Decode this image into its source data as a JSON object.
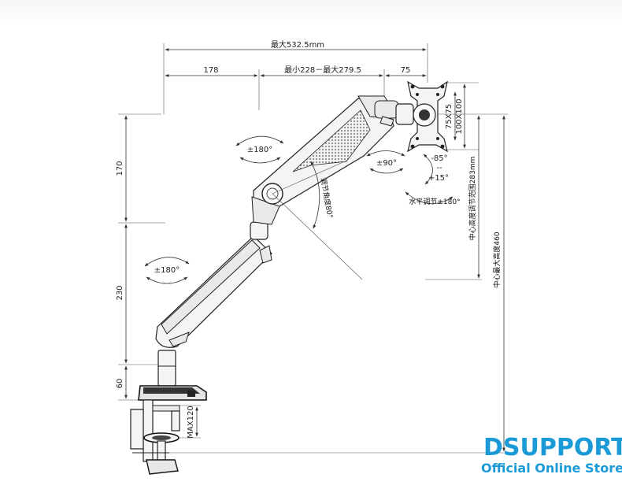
{
  "dimensions": {
    "max_width": "最大532.5mm",
    "base_offset": "178",
    "arm_range": "最小228－最大279.5",
    "plate_offset": "75",
    "vesa": "75X75",
    "vesa_large": "100X100",
    "upper_height": "170",
    "lower_height": "230",
    "post_height": "60",
    "clamp_max": "MAX120",
    "center_height_range": "中心高度调节范围283mm",
    "center_max_height": "中心最大高度460"
  },
  "rotations": {
    "upper_arm": "±180°",
    "lower_arm": "±180°",
    "head_tilt": "±90°",
    "tilt_up": "-85°",
    "tilt_sep": "--",
    "tilt_down": "+15°",
    "adjust_angle": "调节角度80°",
    "horizontal": "水平调节±180°"
  },
  "brand": {
    "name": "DSUPPORT",
    "subtitle": "Official Online Store",
    "color": "#1a9ad6"
  }
}
